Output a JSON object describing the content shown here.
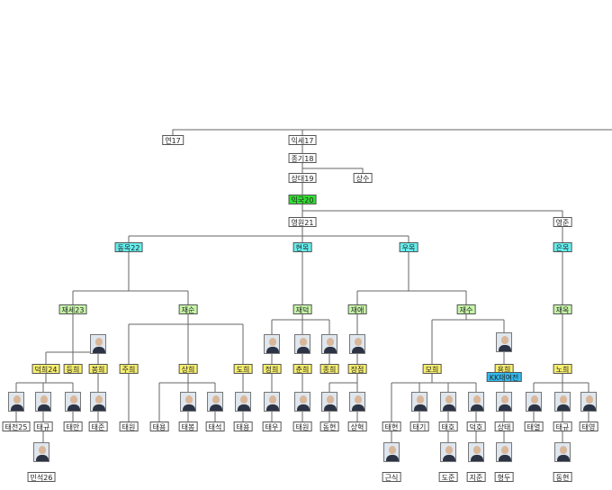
{
  "colors": {
    "line": "#666666",
    "white": "#ffffff",
    "green": "#33dd33",
    "pale_green": "#c6f5a8",
    "cyan": "#66eeee",
    "yellow": "#f8f070",
    "sky": "#33bbee",
    "photo_bg": "#dfe6ee",
    "skin": "#d9b79a",
    "suit": "#2b3344"
  },
  "nodes": [
    {
      "id": "n_yeon17",
      "label": "연17",
      "color": "white"
    },
    {
      "id": "n_ikse17",
      "label": "익세17",
      "color": "white"
    },
    {
      "id": "n_jonggi18",
      "label": "종기18",
      "color": "white"
    },
    {
      "id": "n_sangdae19",
      "label": "상대19",
      "color": "white"
    },
    {
      "id": "n_sangsu",
      "label": "상수",
      "color": "white"
    },
    {
      "id": "n_ikgu20",
      "label": "익국20",
      "color": "green"
    },
    {
      "id": "n_yeongwon21",
      "label": "영원21",
      "color": "white"
    },
    {
      "id": "n_yeongjun",
      "label": "영준",
      "color": "white"
    },
    {
      "id": "n_dongmok22",
      "label": "동목22",
      "color": "cyan"
    },
    {
      "id": "n_hyeonmok",
      "label": "현목",
      "color": "cyan"
    },
    {
      "id": "n_wumok",
      "label": "우목",
      "color": "cyan"
    },
    {
      "id": "n_eunmok",
      "label": "은목",
      "color": "cyan"
    },
    {
      "id": "n_jaese23",
      "label": "재세23",
      "color": "pale_green"
    },
    {
      "id": "n_jaesun",
      "label": "재순",
      "color": "pale_green"
    },
    {
      "id": "n_jaedeok",
      "label": "재덕",
      "color": "pale_green"
    },
    {
      "id": "n_jaeae",
      "label": "재애",
      "color": "pale_green"
    },
    {
      "id": "n_jaesu",
      "label": "재수",
      "color": "pale_green"
    },
    {
      "id": "n_jaeok",
      "label": "재옥",
      "color": "pale_green"
    },
    {
      "id": "n_deokhui24",
      "label": "덕희24",
      "color": "yellow"
    },
    {
      "id": "n_deunghui",
      "label": "등희",
      "color": "yellow"
    },
    {
      "id": "n_bonghui",
      "label": "봉희",
      "color": "yellow"
    },
    {
      "id": "n_juhui",
      "label": "주희",
      "color": "yellow"
    },
    {
      "id": "n_sanghui",
      "label": "상희",
      "color": "yellow"
    },
    {
      "id": "n_dohui",
      "label": "도희",
      "color": "yellow"
    },
    {
      "id": "n_jeonghui",
      "label": "정희",
      "color": "yellow"
    },
    {
      "id": "n_chunhui",
      "label": "춘희",
      "color": "yellow"
    },
    {
      "id": "n_jonghui",
      "label": "종희",
      "color": "yellow"
    },
    {
      "id": "n_jangjeom",
      "label": "장점",
      "color": "yellow"
    },
    {
      "id": "n_mohui",
      "label": "모희",
      "color": "yellow"
    },
    {
      "id": "n_yonghui",
      "label": "용희",
      "color": "yellow"
    },
    {
      "id": "n_kkk",
      "label": "KK태여전",
      "color": "sky"
    },
    {
      "id": "n_nohui",
      "label": "노희",
      "color": "yellow"
    },
    {
      "id": "n_taejeon25",
      "label": "태전25",
      "color": "white"
    },
    {
      "id": "n_taegyu1",
      "label": "태규",
      "color": "white"
    },
    {
      "id": "n_taeman",
      "label": "태만",
      "color": "white"
    },
    {
      "id": "n_taejun",
      "label": "태준",
      "color": "white"
    },
    {
      "id": "n_taewon",
      "label": "태원",
      "color": "white"
    },
    {
      "id": "n_taeyong",
      "label": "태용",
      "color": "white"
    },
    {
      "id": "n_taebong",
      "label": "태봉",
      "color": "white"
    },
    {
      "id": "n_taeseok",
      "label": "태석",
      "color": "white"
    },
    {
      "id": "n_taeyeong",
      "label": "태용",
      "color": "white"
    },
    {
      "id": "n_taeu",
      "label": "태우",
      "color": "white"
    },
    {
      "id": "n_taewon2",
      "label": "태원",
      "color": "white"
    },
    {
      "id": "n_donghyeon",
      "label": "동현",
      "color": "white"
    },
    {
      "id": "n_sanghyeok",
      "label": "상혁",
      "color": "white"
    },
    {
      "id": "n_taehyeon",
      "label": "태현",
      "color": "white"
    },
    {
      "id": "n_taegi",
      "label": "태기",
      "color": "white"
    },
    {
      "id": "n_taeho",
      "label": "태호",
      "color": "white"
    },
    {
      "id": "n_deokho",
      "label": "덕호",
      "color": "white"
    },
    {
      "id": "n_sangtae",
      "label": "상태",
      "color": "white"
    },
    {
      "id": "n_taeyeol",
      "label": "태열",
      "color": "white"
    },
    {
      "id": "n_taegyu2",
      "label": "태규",
      "color": "white"
    },
    {
      "id": "n_taeyeong2",
      "label": "태영",
      "color": "white"
    },
    {
      "id": "n_minseok26",
      "label": "민석26",
      "color": "white"
    },
    {
      "id": "n_geunsik",
      "label": "근식",
      "color": "white"
    },
    {
      "id": "n_dojun",
      "label": "도준",
      "color": "white"
    },
    {
      "id": "n_jijun",
      "label": "지준",
      "color": "white"
    },
    {
      "id": "n_hyeongdu",
      "label": "형두",
      "color": "white"
    },
    {
      "id": "n_donghyeon2",
      "label": "동현",
      "color": "white"
    }
  ]
}
